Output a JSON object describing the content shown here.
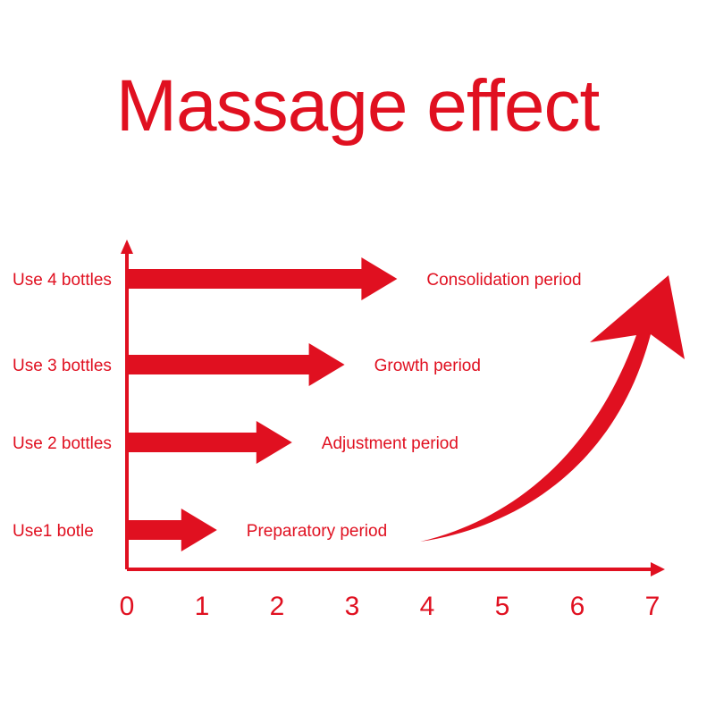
{
  "title": "Massage effect",
  "colors": {
    "accent": "#e01020"
  },
  "chart_data": {
    "type": "bar",
    "orientation": "horizontal",
    "title": "Massage effect",
    "categories": [
      "Use1 botle",
      "Use 2 bottles",
      "Use 3 bottles",
      "Use 4 bottles"
    ],
    "values": [
      1.2,
      2.2,
      2.9,
      3.6
    ],
    "stage_labels": [
      "Preparatory period",
      "Adjustment period",
      "Growth period",
      "Consolidation period"
    ],
    "x_ticks": [
      "0",
      "1",
      "2",
      "3",
      "4",
      "5",
      "6",
      "7"
    ],
    "xlim": [
      0,
      7
    ],
    "grid": false,
    "legend": "none",
    "bar_style": "arrow",
    "trend_arrow": "curved upward arrow from about x=4 to x=7"
  }
}
